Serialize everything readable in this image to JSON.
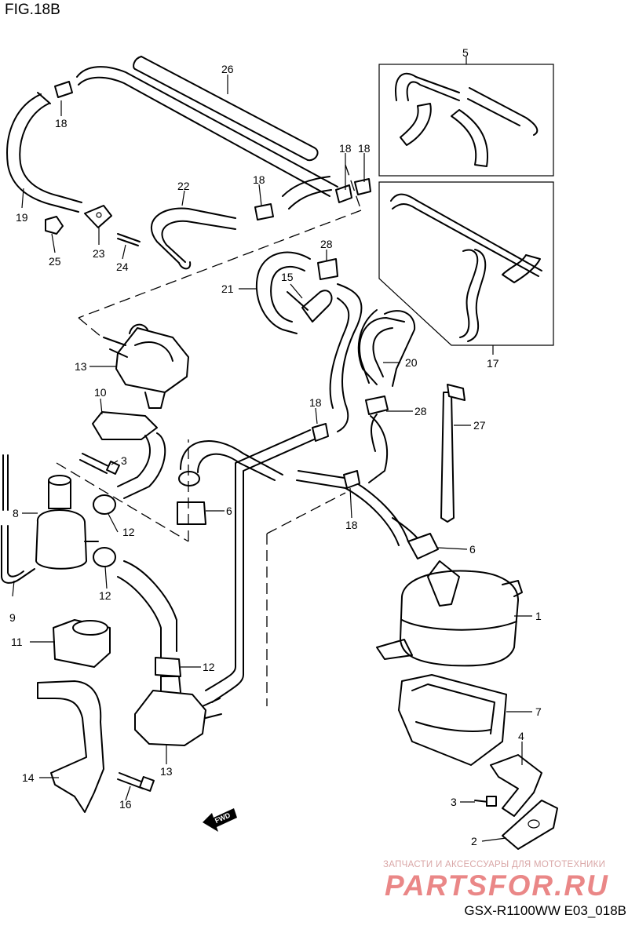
{
  "figure": {
    "title": "FIG.18B",
    "model_code": "GSX-R1100WW  E03_018B",
    "fwd_label": "FWD"
  },
  "watermark": {
    "tagline": "ЗАПЧАСТИ И АКСЕССУАРЫ ДЛЯ МОТОТЕХНИКИ",
    "brand": "PARTSFOR.RU"
  },
  "callouts": {
    "c1": "1",
    "c2": "2",
    "c3a": "3",
    "c3b": "3",
    "c4": "4",
    "c5": "5",
    "c6a": "6",
    "c6b": "6",
    "c7": "7",
    "c8": "8",
    "c9": "9",
    "c10": "10",
    "c11": "11",
    "c12a": "12",
    "c12b": "12",
    "c12c": "12",
    "c13a": "13",
    "c13b": "13",
    "c14": "14",
    "c15": "15",
    "c16": "16",
    "c17": "17",
    "c18a": "18",
    "c18b": "18",
    "c18c": "18",
    "c18d": "18",
    "c18e": "18",
    "c18f": "18",
    "c19": "19",
    "c20": "20",
    "c21": "21",
    "c22": "22",
    "c23": "23",
    "c24": "24",
    "c25": "25",
    "c26": "26",
    "c27": "27",
    "c28a": "28",
    "c28b": "28"
  }
}
